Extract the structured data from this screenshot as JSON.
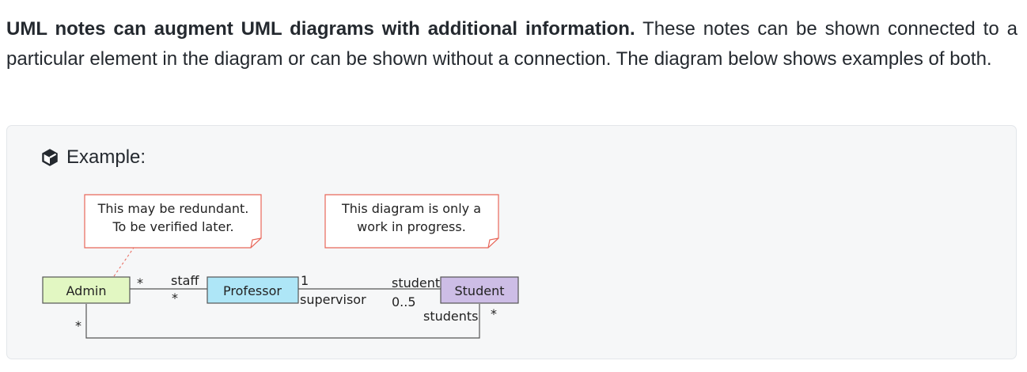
{
  "intro": {
    "bold": "UML notes can augment UML diagrams with additional information.",
    "rest": " These notes can be shown connected to a particular element in the diagram or can be shown without a connection. The diagram below shows examples of both."
  },
  "example": {
    "title": "Example:",
    "icon": "cube-icon"
  },
  "diagram": {
    "notes": [
      {
        "line1": "This may be redundant.",
        "line2": "To be verified later."
      },
      {
        "line1": "This diagram is only a",
        "line2": "work in progress."
      }
    ],
    "classes": {
      "admin": "Admin",
      "professor": "Professor",
      "student": "Student"
    },
    "labels": {
      "admin_staff_mult": "*",
      "staff_role": "staff",
      "professor_staff_mult": "*",
      "supervisor_mult": "1",
      "supervisor_role": "supervisor",
      "student_role": "student",
      "student_mult": "0..5",
      "students_role": "students",
      "students_mult": "*",
      "admin_students_mult": "*"
    },
    "colors": {
      "admin_fill": "#e2f7c2",
      "professor_fill": "#aee6f7",
      "student_fill": "#cdbde6",
      "note_border": "#e8675a",
      "line": "#555555"
    }
  }
}
